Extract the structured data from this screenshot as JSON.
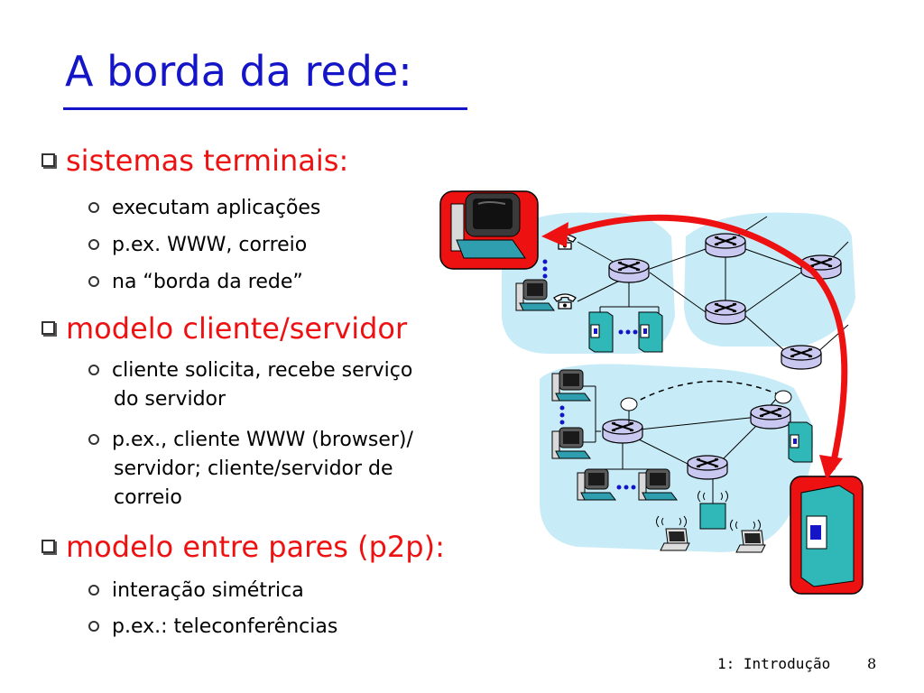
{
  "slide": {
    "title": "A borda da rede:",
    "bullets": [
      {
        "label": "sistemas terminais:",
        "subs": [
          "executam aplicações",
          "p.ex. WWW, correio",
          "na “borda da rede”"
        ]
      },
      {
        "label": "modelo cliente/servidor",
        "subs": [
          "cliente solicita, recebe serviço",
          "p.ex., cliente WWW (browser)/"
        ],
        "continuations": [
          "do servidor",
          "servidor; cliente/servidor de",
          "correio"
        ]
      },
      {
        "label": "modelo entre pares (p2p):",
        "subs": [
          "interação simétrica",
          "p.ex.: teleconferências"
        ]
      }
    ],
    "footer": {
      "label": "1: Introdução",
      "page": "8"
    }
  },
  "diagram": {
    "highlight_color": "#ee1111",
    "cloud_color": "#c8ecf7",
    "router_color": "#c9c8f0",
    "server_color": "#30b7b7",
    "icons": [
      "computer-icon",
      "phone-icon",
      "router-icon",
      "server-icon",
      "laptop-icon",
      "wireless-antenna-icon",
      "satellite-dish-icon"
    ]
  }
}
